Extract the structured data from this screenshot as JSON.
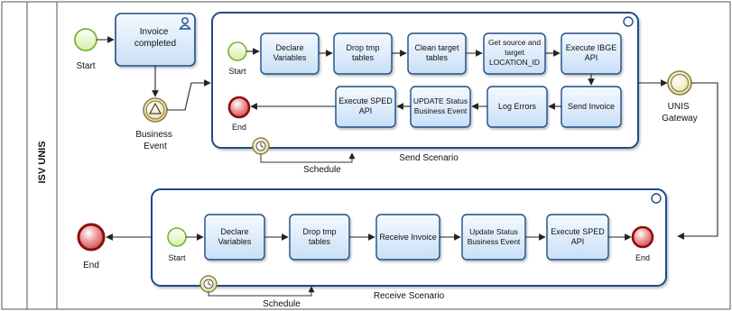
{
  "pool": {
    "lane_label": "ISV UNIS"
  },
  "colors": {
    "task_fill_top": "#f4f9ff",
    "task_fill_bottom": "#c9dff6",
    "task_stroke": "#1f4e86",
    "start_fill": "#eef8d2",
    "start_stroke": "#7ab32c",
    "end_fill": "#dd5a5a",
    "end_stroke": "#8a1010",
    "gateway_fill": "#f1ebbe",
    "gateway_stroke": "#8c8140",
    "line": "#222222"
  },
  "top": {
    "start_label": "Start",
    "invoice_task": "Invoice completed",
    "user_icon": "user-icon",
    "business_event_label": "Business Event",
    "gateway_label": "UNIS Gateway",
    "subprocess_label": "Send Scenario",
    "schedule_label": "Schedule",
    "clock_icon": "clock-icon",
    "inner_start_label": "Start",
    "inner_end_label": "End",
    "row1": [
      "Declare Variables",
      "Drop tmp tables",
      "Clean target tables",
      "Get source and target LOCATION_ID",
      "Execute IBGE API"
    ],
    "row2": [
      "Send Invoice",
      "Log Errors",
      "UPDATE Status Business Event",
      "Execute SPED API"
    ]
  },
  "bottom": {
    "end_label": "End",
    "subprocess_label": "Receive Scenario",
    "schedule_label": "Schedule",
    "clock_icon": "clock-icon",
    "inner_start_label": "Start",
    "inner_end_label": "End",
    "tasks": [
      "Declare Variables",
      "Drop tmp tables",
      "Receive Invoice",
      "Update Status Business Event",
      "Execute SPED API"
    ]
  }
}
